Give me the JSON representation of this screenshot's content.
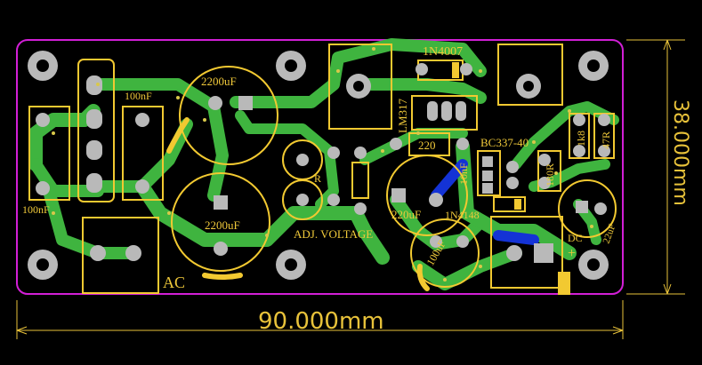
{
  "colors": {
    "background": "#000000",
    "outline": "#d21fd6",
    "trace": "#3fb43f",
    "silk": "#f2c931",
    "pad": "#b9b9b9",
    "via": "#d9c84a",
    "blue": "#1433d6",
    "dimension": "#e8c23a"
  },
  "dimensions": {
    "width_label": "90.000mm",
    "height_label": "38.000mm"
  },
  "labels": {
    "diode_1n4007": "1N4007",
    "cap_2200_top": "2200uF",
    "cap_100nf_top": "100nF",
    "cap_100nf_left": "100nF",
    "regulator": "LM317",
    "resistor_220": "220",
    "transistor": "BC337-40",
    "cap_10nf": "10nF",
    "res_1k8": "1k8",
    "res_47r": "47R",
    "res_180r": "180R",
    "resistor_r": "R",
    "cap_2200_bottom": "2200uF",
    "adj_voltage": "ADJ. VOLTAGE",
    "cap_220": "220uF",
    "diode_1n4148": "1N4148",
    "cap_100uf": "100uF",
    "dc": "DC",
    "plus": "+",
    "cap_22uf": "22uF",
    "ac": "AC"
  }
}
